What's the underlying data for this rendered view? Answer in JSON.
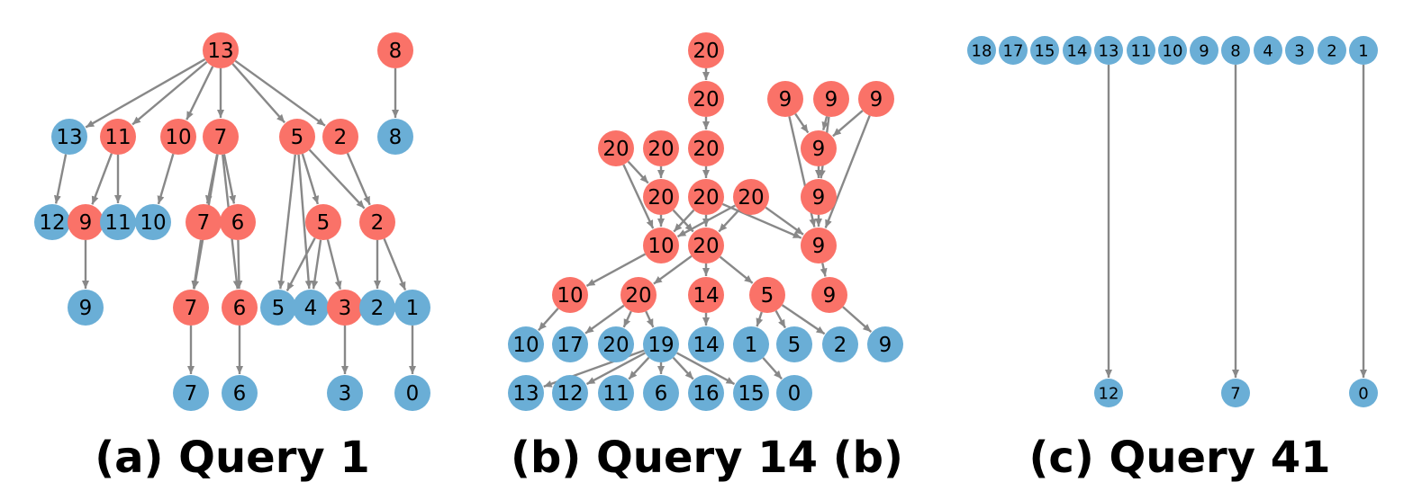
{
  "colors": {
    "red": "#fa7268",
    "blue": "#6aaed6",
    "edge": "#888888"
  },
  "graphs": [
    {
      "caption": "(a) Query 1",
      "nodes": [
        {
          "id": "a_r13",
          "label": "13",
          "color": "red"
        },
        {
          "id": "a_r8",
          "label": "8",
          "color": "red"
        },
        {
          "id": "a_b13",
          "label": "13",
          "color": "blue"
        },
        {
          "id": "a_r11",
          "label": "11",
          "color": "red"
        },
        {
          "id": "a_r10",
          "label": "10",
          "color": "red"
        },
        {
          "id": "a_r7",
          "label": "7",
          "color": "red"
        },
        {
          "id": "a_r5",
          "label": "5",
          "color": "red"
        },
        {
          "id": "a_r2",
          "label": "2",
          "color": "red"
        },
        {
          "id": "a_b8",
          "label": "8",
          "color": "blue"
        },
        {
          "id": "a_b12",
          "label": "12",
          "color": "blue"
        },
        {
          "id": "a_r9",
          "label": "9",
          "color": "red"
        },
        {
          "id": "a_b11",
          "label": "11",
          "color": "blue"
        },
        {
          "id": "a_b10",
          "label": "10",
          "color": "blue"
        },
        {
          "id": "a_r7b",
          "label": "7",
          "color": "red"
        },
        {
          "id": "a_r6",
          "label": "6",
          "color": "red"
        },
        {
          "id": "a_r5b",
          "label": "5",
          "color": "red"
        },
        {
          "id": "a_r2b",
          "label": "2",
          "color": "red"
        },
        {
          "id": "a_b9",
          "label": "9",
          "color": "blue"
        },
        {
          "id": "a_r7c",
          "label": "7",
          "color": "red"
        },
        {
          "id": "a_r6b",
          "label": "6",
          "color": "red"
        },
        {
          "id": "a_b5",
          "label": "5",
          "color": "blue"
        },
        {
          "id": "a_b4",
          "label": "4",
          "color": "blue"
        },
        {
          "id": "a_r3",
          "label": "3",
          "color": "red"
        },
        {
          "id": "a_b2",
          "label": "2",
          "color": "blue"
        },
        {
          "id": "a_b1",
          "label": "1",
          "color": "blue"
        },
        {
          "id": "a_b7",
          "label": "7",
          "color": "blue"
        },
        {
          "id": "a_b6",
          "label": "6",
          "color": "blue"
        },
        {
          "id": "a_b3",
          "label": "3",
          "color": "blue"
        },
        {
          "id": "a_b0",
          "label": "0",
          "color": "blue"
        }
      ],
      "edges": [
        [
          "a_r13",
          "a_b13"
        ],
        [
          "a_r13",
          "a_r11"
        ],
        [
          "a_r13",
          "a_r10"
        ],
        [
          "a_r13",
          "a_r7"
        ],
        [
          "a_r13",
          "a_r5"
        ],
        [
          "a_r13",
          "a_r2"
        ],
        [
          "a_r8",
          "a_b8"
        ],
        [
          "a_b13",
          "a_b12"
        ],
        [
          "a_r11",
          "a_r9"
        ],
        [
          "a_r11",
          "a_b11"
        ],
        [
          "a_r10",
          "a_b10"
        ],
        [
          "a_r7",
          "a_r7b"
        ],
        [
          "a_r7",
          "a_r6"
        ],
        [
          "a_r7",
          "a_r7c"
        ],
        [
          "a_r7",
          "a_r6b"
        ],
        [
          "a_r5",
          "a_r5b"
        ],
        [
          "a_r5",
          "a_r2b"
        ],
        [
          "a_r5",
          "a_b5"
        ],
        [
          "a_r5",
          "a_b4"
        ],
        [
          "a_r2",
          "a_r2b"
        ],
        [
          "a_r9",
          "a_b9"
        ],
        [
          "a_r7b",
          "a_r7c"
        ],
        [
          "a_r6",
          "a_r6b"
        ],
        [
          "a_r5b",
          "a_b5"
        ],
        [
          "a_r5b",
          "a_b4"
        ],
        [
          "a_r5b",
          "a_r3"
        ],
        [
          "a_r2b",
          "a_b2"
        ],
        [
          "a_r2b",
          "a_b1"
        ],
        [
          "a_r7c",
          "a_b7"
        ],
        [
          "a_r6b",
          "a_b6"
        ],
        [
          "a_r3",
          "a_b3"
        ],
        [
          "a_b1",
          "a_b0"
        ]
      ]
    },
    {
      "caption": "(b) Query 14 (b)",
      "nodes": [
        {
          "id": "b_r20a",
          "label": "20",
          "color": "red"
        },
        {
          "id": "b_r20b",
          "label": "20",
          "color": "red"
        },
        {
          "id": "b_r9a",
          "label": "9",
          "color": "red"
        },
        {
          "id": "b_r9b",
          "label": "9",
          "color": "red"
        },
        {
          "id": "b_r9c",
          "label": "9",
          "color": "red"
        },
        {
          "id": "b_r20c",
          "label": "20",
          "color": "red"
        },
        {
          "id": "b_r20d",
          "label": "20",
          "color": "red"
        },
        {
          "id": "b_r20e",
          "label": "20",
          "color": "red"
        },
        {
          "id": "b_r9d",
          "label": "9",
          "color": "red"
        },
        {
          "id": "b_r20f",
          "label": "20",
          "color": "red"
        },
        {
          "id": "b_r20g",
          "label": "20",
          "color": "red"
        },
        {
          "id": "b_r20h",
          "label": "20",
          "color": "red"
        },
        {
          "id": "b_r9e",
          "label": "9",
          "color": "red"
        },
        {
          "id": "b_r10a",
          "label": "10",
          "color": "red"
        },
        {
          "id": "b_r20i",
          "label": "20",
          "color": "red"
        },
        {
          "id": "b_r9f",
          "label": "9",
          "color": "red"
        },
        {
          "id": "b_r10b",
          "label": "10",
          "color": "red"
        },
        {
          "id": "b_r20j",
          "label": "20",
          "color": "red"
        },
        {
          "id": "b_r14",
          "label": "14",
          "color": "red"
        },
        {
          "id": "b_r5",
          "label": "5",
          "color": "red"
        },
        {
          "id": "b_r9g",
          "label": "9",
          "color": "red"
        },
        {
          "id": "b_b10",
          "label": "10",
          "color": "blue"
        },
        {
          "id": "b_b17",
          "label": "17",
          "color": "blue"
        },
        {
          "id": "b_b20",
          "label": "20",
          "color": "blue"
        },
        {
          "id": "b_b19",
          "label": "19",
          "color": "blue"
        },
        {
          "id": "b_b14",
          "label": "14",
          "color": "blue"
        },
        {
          "id": "b_b1",
          "label": "1",
          "color": "blue"
        },
        {
          "id": "b_b5",
          "label": "5",
          "color": "blue"
        },
        {
          "id": "b_b2",
          "label": "2",
          "color": "blue"
        },
        {
          "id": "b_b9",
          "label": "9",
          "color": "blue"
        },
        {
          "id": "b_b13",
          "label": "13",
          "color": "blue"
        },
        {
          "id": "b_b12",
          "label": "12",
          "color": "blue"
        },
        {
          "id": "b_b11",
          "label": "11",
          "color": "blue"
        },
        {
          "id": "b_b6",
          "label": "6",
          "color": "blue"
        },
        {
          "id": "b_b16",
          "label": "16",
          "color": "blue"
        },
        {
          "id": "b_b15",
          "label": "15",
          "color": "blue"
        },
        {
          "id": "b_b0",
          "label": "0",
          "color": "blue"
        }
      ],
      "edges": [
        [
          "b_r20a",
          "b_r20b"
        ],
        [
          "b_r20b",
          "b_r20e"
        ],
        [
          "b_r9a",
          "b_r9d"
        ],
        [
          "b_r9b",
          "b_r9d"
        ],
        [
          "b_r9c",
          "b_r9d"
        ],
        [
          "b_r9a",
          "b_r9f"
        ],
        [
          "b_r9b",
          "b_r9e"
        ],
        [
          "b_r9c",
          "b_r9f"
        ],
        [
          "b_r20c",
          "b_r20f"
        ],
        [
          "b_r20d",
          "b_r20f"
        ],
        [
          "b_r20e",
          "b_r20g"
        ],
        [
          "b_r9d",
          "b_r9e"
        ],
        [
          "b_r20c",
          "b_r10a"
        ],
        [
          "b_r20f",
          "b_r10a"
        ],
        [
          "b_r20f",
          "b_r20i"
        ],
        [
          "b_r20g",
          "b_r10a"
        ],
        [
          "b_r20g",
          "b_r20i"
        ],
        [
          "b_r20h",
          "b_r10a"
        ],
        [
          "b_r20h",
          "b_r20i"
        ],
        [
          "b_r20g",
          "b_r9f"
        ],
        [
          "b_r20h",
          "b_r9f"
        ],
        [
          "b_r9e",
          "b_r9f"
        ],
        [
          "b_r10a",
          "b_r10b"
        ],
        [
          "b_r20i",
          "b_r20j"
        ],
        [
          "b_r20i",
          "b_r14"
        ],
        [
          "b_r20i",
          "b_r5"
        ],
        [
          "b_r9f",
          "b_r9g"
        ],
        [
          "b_r10b",
          "b_b10"
        ],
        [
          "b_r20j",
          "b_b17"
        ],
        [
          "b_r20j",
          "b_b20"
        ],
        [
          "b_r20j",
          "b_b19"
        ],
        [
          "b_r14",
          "b_b14"
        ],
        [
          "b_r5",
          "b_b1"
        ],
        [
          "b_r5",
          "b_b5"
        ],
        [
          "b_r5",
          "b_b2"
        ],
        [
          "b_r9g",
          "b_b9"
        ],
        [
          "b_b19",
          "b_b13"
        ],
        [
          "b_b19",
          "b_b12"
        ],
        [
          "b_b19",
          "b_b11"
        ],
        [
          "b_b19",
          "b_b6"
        ],
        [
          "b_b19",
          "b_b16"
        ],
        [
          "b_b19",
          "b_b15"
        ],
        [
          "b_b1",
          "b_b0"
        ]
      ]
    },
    {
      "caption": "(c) Query 41",
      "nodes": [
        {
          "id": "c_18",
          "label": "18",
          "color": "blue"
        },
        {
          "id": "c_17",
          "label": "17",
          "color": "blue"
        },
        {
          "id": "c_15",
          "label": "15",
          "color": "blue"
        },
        {
          "id": "c_14",
          "label": "14",
          "color": "blue"
        },
        {
          "id": "c_13",
          "label": "13",
          "color": "blue"
        },
        {
          "id": "c_11",
          "label": "11",
          "color": "blue"
        },
        {
          "id": "c_10",
          "label": "10",
          "color": "blue"
        },
        {
          "id": "c_9",
          "label": "9",
          "color": "blue"
        },
        {
          "id": "c_8",
          "label": "8",
          "color": "blue"
        },
        {
          "id": "c_4",
          "label": "4",
          "color": "blue"
        },
        {
          "id": "c_3",
          "label": "3",
          "color": "blue"
        },
        {
          "id": "c_2",
          "label": "2",
          "color": "blue"
        },
        {
          "id": "c_1",
          "label": "1",
          "color": "blue"
        },
        {
          "id": "c_12",
          "label": "12",
          "color": "blue"
        },
        {
          "id": "c_7",
          "label": "7",
          "color": "blue"
        },
        {
          "id": "c_0",
          "label": "0",
          "color": "blue"
        }
      ],
      "edges": [
        [
          "c_13",
          "c_12"
        ],
        [
          "c_8",
          "c_7"
        ],
        [
          "c_1",
          "c_0"
        ]
      ]
    }
  ]
}
